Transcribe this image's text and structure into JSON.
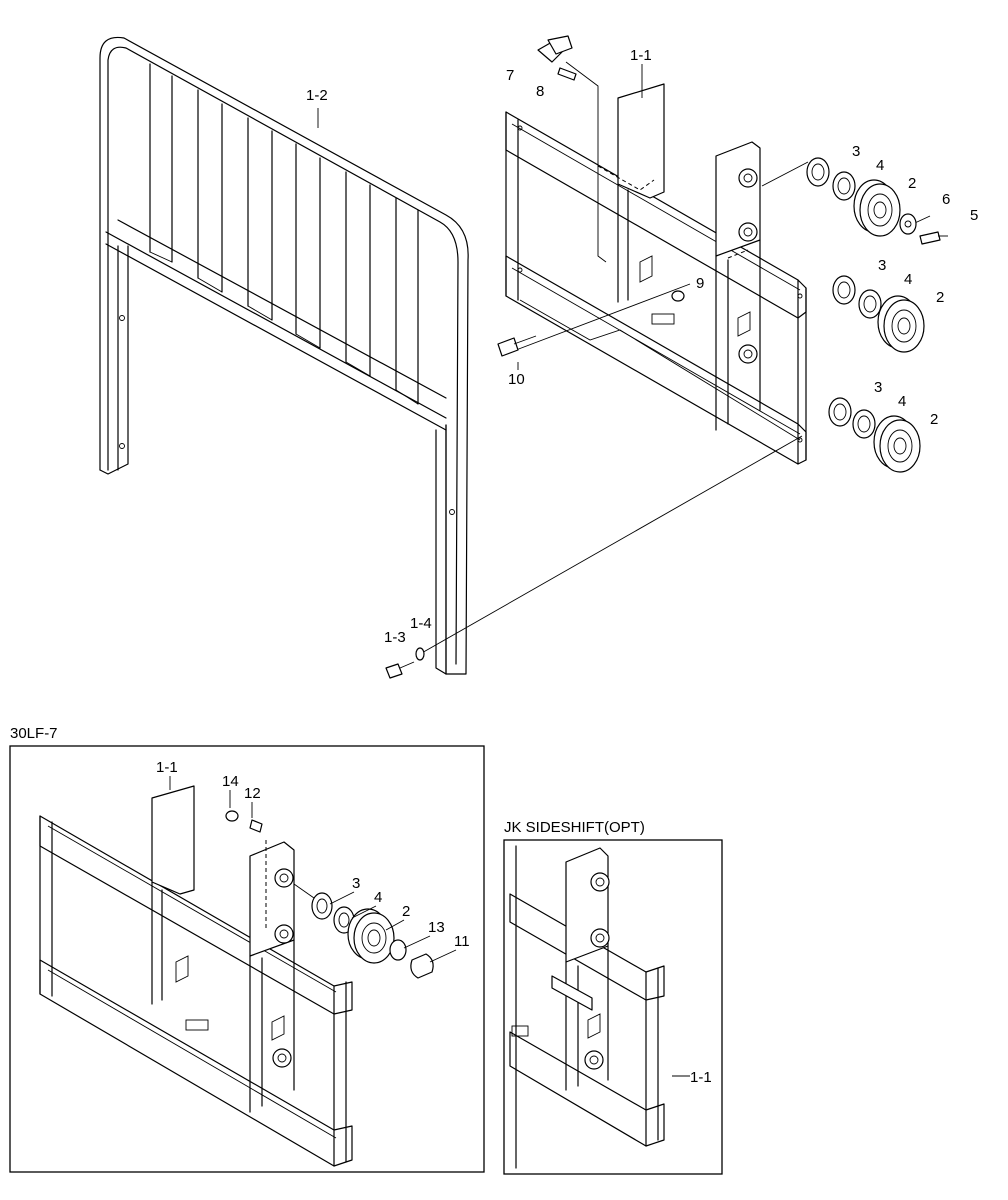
{
  "section_titles": {
    "variant_30lf7": "30LF-7",
    "jk_sideshift": "JK SIDESHIFT(OPT)"
  },
  "callouts": {
    "p1_2": "1-2",
    "p1_1_top": "1-1",
    "p7": "7",
    "p8": "8",
    "p3a": "3",
    "p4a": "4",
    "p2a": "2",
    "p6": "6",
    "p5": "5",
    "p9": "9",
    "p3b": "3",
    "p4b": "4",
    "p2b": "2",
    "p10": "10",
    "p3c": "3",
    "p4c": "4",
    "p2c": "2",
    "p1_3": "1-3",
    "p1_4": "1-4",
    "b_p1_1": "1-1",
    "b_p14": "14",
    "b_p12": "12",
    "b_p3": "3",
    "b_p4": "4",
    "b_p2": "2",
    "b_p13": "13",
    "b_p11": "11",
    "c_p1_1": "1-1"
  }
}
